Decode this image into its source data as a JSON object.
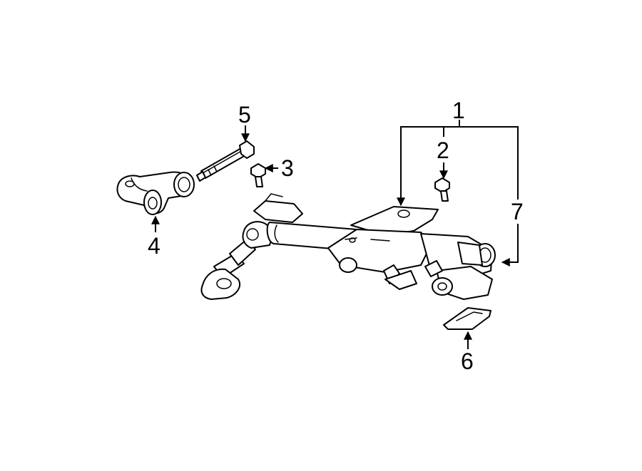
{
  "callouts": [
    {
      "id": "1",
      "label": "1"
    },
    {
      "id": "2",
      "label": "2"
    },
    {
      "id": "3",
      "label": "3"
    },
    {
      "id": "4",
      "label": "4"
    },
    {
      "id": "5",
      "label": "5"
    },
    {
      "id": "6",
      "label": "6"
    },
    {
      "id": "7",
      "label": "7"
    }
  ],
  "colors": {
    "background": "#ffffff",
    "line": "#000000"
  }
}
